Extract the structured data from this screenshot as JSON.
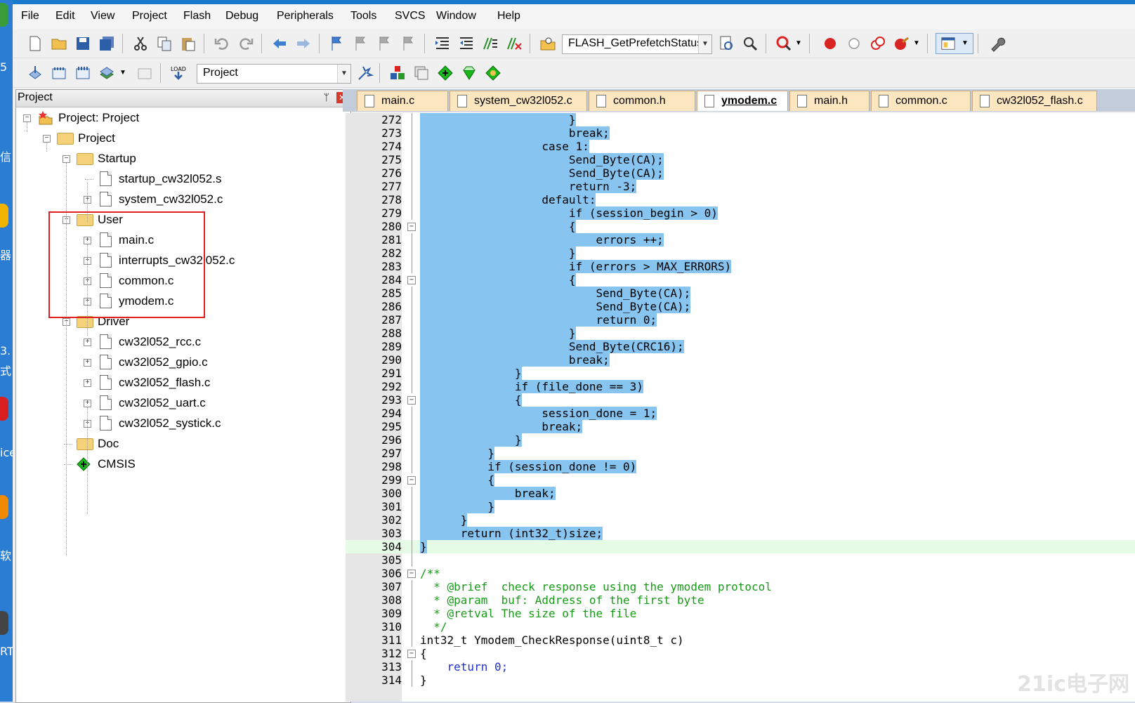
{
  "menu": [
    "File",
    "Edit",
    "View",
    "Project",
    "Flash",
    "Debug",
    "Peripherals",
    "Tools",
    "SVCS",
    "Window",
    "Help"
  ],
  "toolbar": {
    "function_combo": "FLASH_GetPrefetchStatus",
    "target_combo": "Project"
  },
  "project_panel": {
    "title": "Project",
    "pin_label": "ᛘ",
    "close_label": "✕",
    "tree": [
      {
        "label": "Project: Project",
        "level": 0,
        "expand": "−",
        "icon": "project-icon"
      },
      {
        "label": "Project",
        "level": 1,
        "expand": "−",
        "icon": "target-icon"
      },
      {
        "label": "Startup",
        "level": 2,
        "expand": "−",
        "icon": "folder-icon"
      },
      {
        "label": "startup_cw32l052.s",
        "level": 3,
        "expand": "",
        "icon": "file-icon"
      },
      {
        "label": "system_cw32l052.c",
        "level": 3,
        "expand": "+",
        "icon": "file-icon"
      },
      {
        "label": "User",
        "level": 2,
        "expand": "−",
        "icon": "folder-icon"
      },
      {
        "label": "main.c",
        "level": 3,
        "expand": "+",
        "icon": "file-icon"
      },
      {
        "label": "interrupts_cw32l052.c",
        "level": 3,
        "expand": "+",
        "icon": "file-icon"
      },
      {
        "label": "common.c",
        "level": 3,
        "expand": "+",
        "icon": "file-icon"
      },
      {
        "label": "ymodem.c",
        "level": 3,
        "expand": "+",
        "icon": "file-icon"
      },
      {
        "label": "Driver",
        "level": 2,
        "expand": "−",
        "icon": "folder-icon"
      },
      {
        "label": "cw32l052_rcc.c",
        "level": 3,
        "expand": "+",
        "icon": "file-icon"
      },
      {
        "label": "cw32l052_gpio.c",
        "level": 3,
        "expand": "+",
        "icon": "file-icon"
      },
      {
        "label": "cw32l052_flash.c",
        "level": 3,
        "expand": "+",
        "icon": "file-icon"
      },
      {
        "label": "cw32l052_uart.c",
        "level": 3,
        "expand": "+",
        "icon": "file-icon"
      },
      {
        "label": "cw32l052_systick.c",
        "level": 3,
        "expand": "+",
        "icon": "file-icon"
      },
      {
        "label": "Doc",
        "level": 2,
        "expand": "",
        "icon": "folder-icon"
      },
      {
        "label": "CMSIS",
        "level": 2,
        "expand": "",
        "icon": "cmsis-icon"
      }
    ]
  },
  "tabs": [
    {
      "label": "main.c",
      "active": false
    },
    {
      "label": "system_cw32l052.c",
      "active": false
    },
    {
      "label": "common.h",
      "active": false
    },
    {
      "label": "ymodem.c",
      "active": true
    },
    {
      "label": "main.h",
      "active": false
    },
    {
      "label": "common.c",
      "active": false
    },
    {
      "label": "cw32l052_flash.c",
      "active": false
    }
  ],
  "code_lines": [
    {
      "n": "272",
      "t": "                      }",
      "sel": true,
      "fold": ""
    },
    {
      "n": "273",
      "t": "                      break;",
      "sel": true,
      "fold": ""
    },
    {
      "n": "274",
      "t": "                  case 1:",
      "sel": true,
      "fold": ""
    },
    {
      "n": "275",
      "t": "                      Send_Byte(CA);",
      "sel": true,
      "fold": ""
    },
    {
      "n": "276",
      "t": "                      Send_Byte(CA);",
      "sel": true,
      "fold": ""
    },
    {
      "n": "277",
      "t": "                      return -3;",
      "sel": true,
      "fold": ""
    },
    {
      "n": "278",
      "t": "                  default:",
      "sel": true,
      "fold": ""
    },
    {
      "n": "279",
      "t": "                      if (session_begin > 0)",
      "sel": true,
      "fold": ""
    },
    {
      "n": "280",
      "t": "                      {",
      "sel": true,
      "fold": "−"
    },
    {
      "n": "281",
      "t": "                          errors ++;",
      "sel": true,
      "fold": ""
    },
    {
      "n": "282",
      "t": "                      }",
      "sel": true,
      "fold": ""
    },
    {
      "n": "283",
      "t": "                      if (errors > MAX_ERRORS)",
      "sel": true,
      "fold": ""
    },
    {
      "n": "284",
      "t": "                      {",
      "sel": true,
      "fold": "−"
    },
    {
      "n": "285",
      "t": "                          Send_Byte(CA);",
      "sel": true,
      "fold": ""
    },
    {
      "n": "286",
      "t": "                          Send_Byte(CA);",
      "sel": true,
      "fold": ""
    },
    {
      "n": "287",
      "t": "                          return 0;",
      "sel": true,
      "fold": ""
    },
    {
      "n": "288",
      "t": "                      }",
      "sel": true,
      "fold": ""
    },
    {
      "n": "289",
      "t": "                      Send_Byte(CRC16);",
      "sel": true,
      "fold": ""
    },
    {
      "n": "290",
      "t": "                      break;",
      "sel": true,
      "fold": ""
    },
    {
      "n": "291",
      "t": "              }",
      "sel": true,
      "fold": ""
    },
    {
      "n": "292",
      "t": "              if (file_done == 3)",
      "sel": true,
      "fold": ""
    },
    {
      "n": "293",
      "t": "              {",
      "sel": true,
      "fold": "−"
    },
    {
      "n": "294",
      "t": "                  session_done = 1;",
      "sel": true,
      "fold": ""
    },
    {
      "n": "295",
      "t": "                  break;",
      "sel": true,
      "fold": ""
    },
    {
      "n": "296",
      "t": "              }",
      "sel": true,
      "fold": ""
    },
    {
      "n": "297",
      "t": "          }",
      "sel": true,
      "fold": ""
    },
    {
      "n": "298",
      "t": "          if (session_done != 0)",
      "sel": true,
      "fold": ""
    },
    {
      "n": "299",
      "t": "          {",
      "sel": true,
      "fold": "−"
    },
    {
      "n": "300",
      "t": "              break;",
      "sel": true,
      "fold": ""
    },
    {
      "n": "301",
      "t": "          }",
      "sel": true,
      "fold": ""
    },
    {
      "n": "302",
      "t": "      }",
      "sel": true,
      "fold": ""
    },
    {
      "n": "303",
      "t": "      return (int32_t)size;",
      "sel": true,
      "fold": ""
    },
    {
      "n": "304",
      "t": "}",
      "sel": true,
      "fold": "",
      "cur": true
    },
    {
      "n": "305",
      "t": "",
      "sel": false,
      "fold": ""
    },
    {
      "n": "306",
      "t": "/**",
      "sel": false,
      "fold": "−",
      "cm": true
    },
    {
      "n": "307",
      "t": "  * @brief  check response using the ymodem protocol",
      "sel": false,
      "fold": "",
      "cm": true
    },
    {
      "n": "308",
      "t": "  * @param  buf: Address of the first byte",
      "sel": false,
      "fold": "",
      "cm": true
    },
    {
      "n": "309",
      "t": "  * @retval The size of the file",
      "sel": false,
      "fold": "",
      "cm": true
    },
    {
      "n": "310",
      "t": "  */",
      "sel": false,
      "fold": "",
      "cm": true
    },
    {
      "n": "311",
      "t": "int32_t Ymodem_CheckResponse(uint8_t c)",
      "sel": false,
      "fold": ""
    },
    {
      "n": "312",
      "t": "{",
      "sel": false,
      "fold": "−"
    },
    {
      "n": "313",
      "t": "    return 0;",
      "sel": false,
      "fold": "",
      "kwret": true
    },
    {
      "n": "314",
      "t": "}",
      "sel": false,
      "fold": ""
    }
  ],
  "watermark": "21ic电子网",
  "desktop_labels": [
    "5",
    "信",
    "器",
    "3.",
    "式",
    "ice",
    "软",
    "RT"
  ]
}
